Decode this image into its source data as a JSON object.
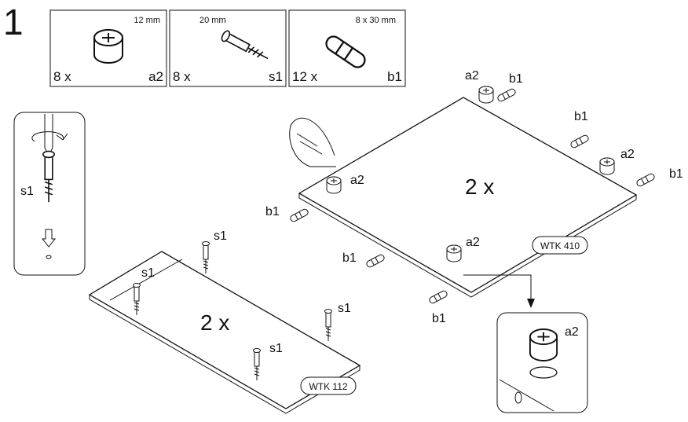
{
  "step": {
    "number": "1"
  },
  "parts": [
    {
      "size": "12 mm",
      "qty": "8 x",
      "code": "a2",
      "icon": "cam-lock-icon"
    },
    {
      "size": "20 mm",
      "qty": "8 x",
      "code": "s1",
      "icon": "dowel-screw-icon"
    },
    {
      "size": "8 x 30 mm",
      "qty": "12 x",
      "code": "b1",
      "icon": "wood-dowel-icon"
    }
  ],
  "detail_left": {
    "label": "s1"
  },
  "panel_top": {
    "count": "2 x",
    "code": "WTK 410",
    "labels": {
      "a2_top": "a2",
      "b1_top": "b1",
      "b1_right_upper": "b1",
      "a2_right": "a2",
      "b1_right": "b1",
      "a2_left": "a2",
      "b1_left": "b1",
      "b1_mid": "b1",
      "a2_bottom": "a2",
      "b1_bottom": "b1"
    }
  },
  "panel_bottom": {
    "count": "2 x",
    "code": "WTK 112",
    "labels": {
      "s1_a": "s1",
      "s1_b": "s1",
      "s1_c": "s1",
      "s1_d": "s1"
    }
  },
  "detail_right": {
    "label": "a2"
  }
}
